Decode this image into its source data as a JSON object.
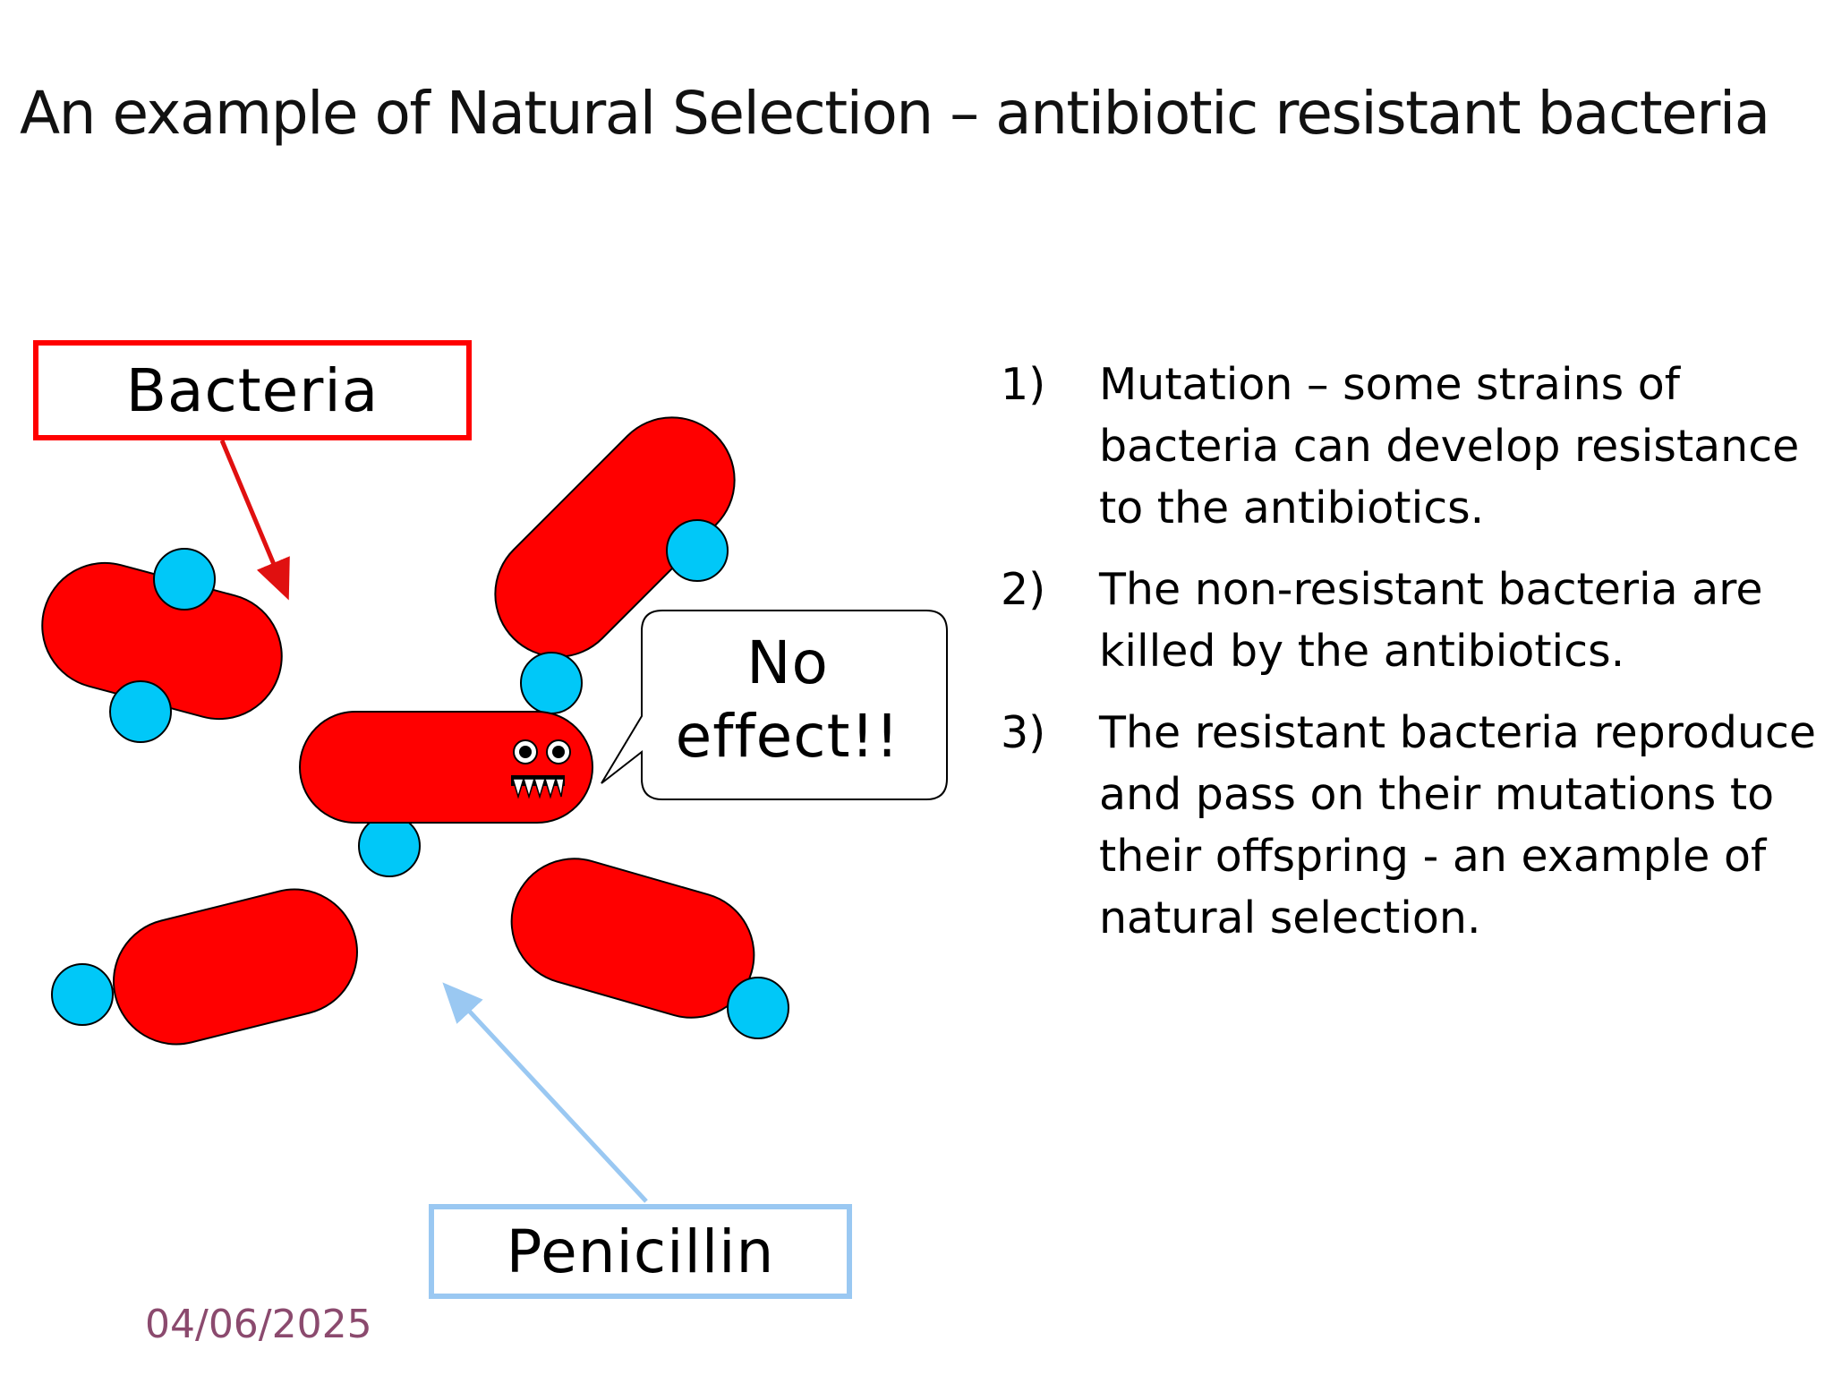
{
  "slide": {
    "title": "An example of Natural Selection – antibiotic resistant bacteria",
    "date": "04/06/2025"
  },
  "labels": {
    "bacteria": "Bacteria",
    "penicillin": "Penicillin"
  },
  "speech_bubble": {
    "line1": "No",
    "line2": "effect!!"
  },
  "steps": [
    {
      "number": "1)",
      "text": "Mutation – some strains of bacteria can develop resistance to the antibiotics."
    },
    {
      "number": "2)",
      "text": "The non-resistant bacteria are killed by the antibiotics."
    },
    {
      "number": "3)",
      "text": "The resistant bacteria reproduce and pass on their mutations to their offspring - an example of natural selection."
    }
  ],
  "colors": {
    "bacteria": "#ff0000",
    "penicillin": "#00c8f8",
    "bacteria_label_border": "#ff0000",
    "penicillin_label_border": "#9ac8f2",
    "date": "#8b4a6e"
  }
}
